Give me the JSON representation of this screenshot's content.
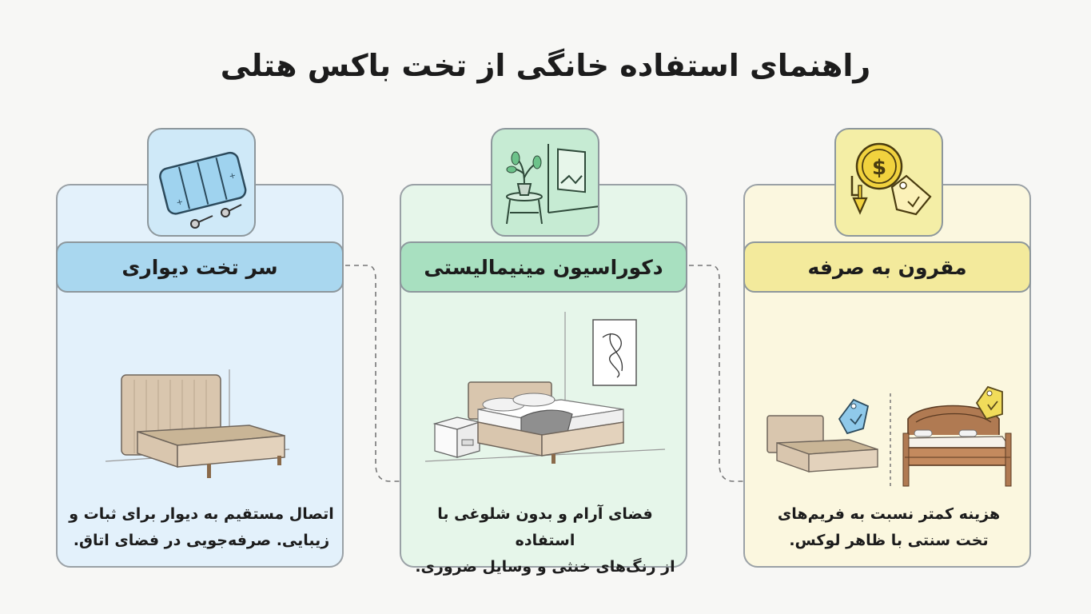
{
  "title": "راهنمای استفاده خانگی از تخت باکس هتلی",
  "colors": {
    "card_blue": "#e3f1fb",
    "header_blue": "#a9d7ef",
    "card_green": "#e6f6ea",
    "header_green": "#a8e0c0",
    "card_yellow": "#fbf7df",
    "header_yellow": "#f3ea9c",
    "outline": "#8d979c",
    "bed_beige": "#d9c6ae",
    "wood_brown": "#b07a52"
  },
  "cards": [
    {
      "header": "سر تخت دیواری",
      "desc_line1": "اتصال مستقیم به دیوار برای ثبات و",
      "desc_line2": "زیبایی. صرفه‌جویی در فضای اتاق.",
      "icon": "wall-headboard-icon"
    },
    {
      "header": "دکوراسیون مینیمالیستی",
      "desc_line1": "فضای آرام و بدون شلوغی با استفاده",
      "desc_line2": "از رنگ‌های خنثی و وسایل ضروری.",
      "icon": "plant-stool-frame-icon"
    },
    {
      "header": "مقرون به صرفه",
      "desc_line1": "هزینه کمتر نسبت به  فریم‌های",
      "desc_line2": "تخت سنتی با ظاهر لوکس.",
      "icon": "dollar-coin-price-tag-icon"
    }
  ]
}
